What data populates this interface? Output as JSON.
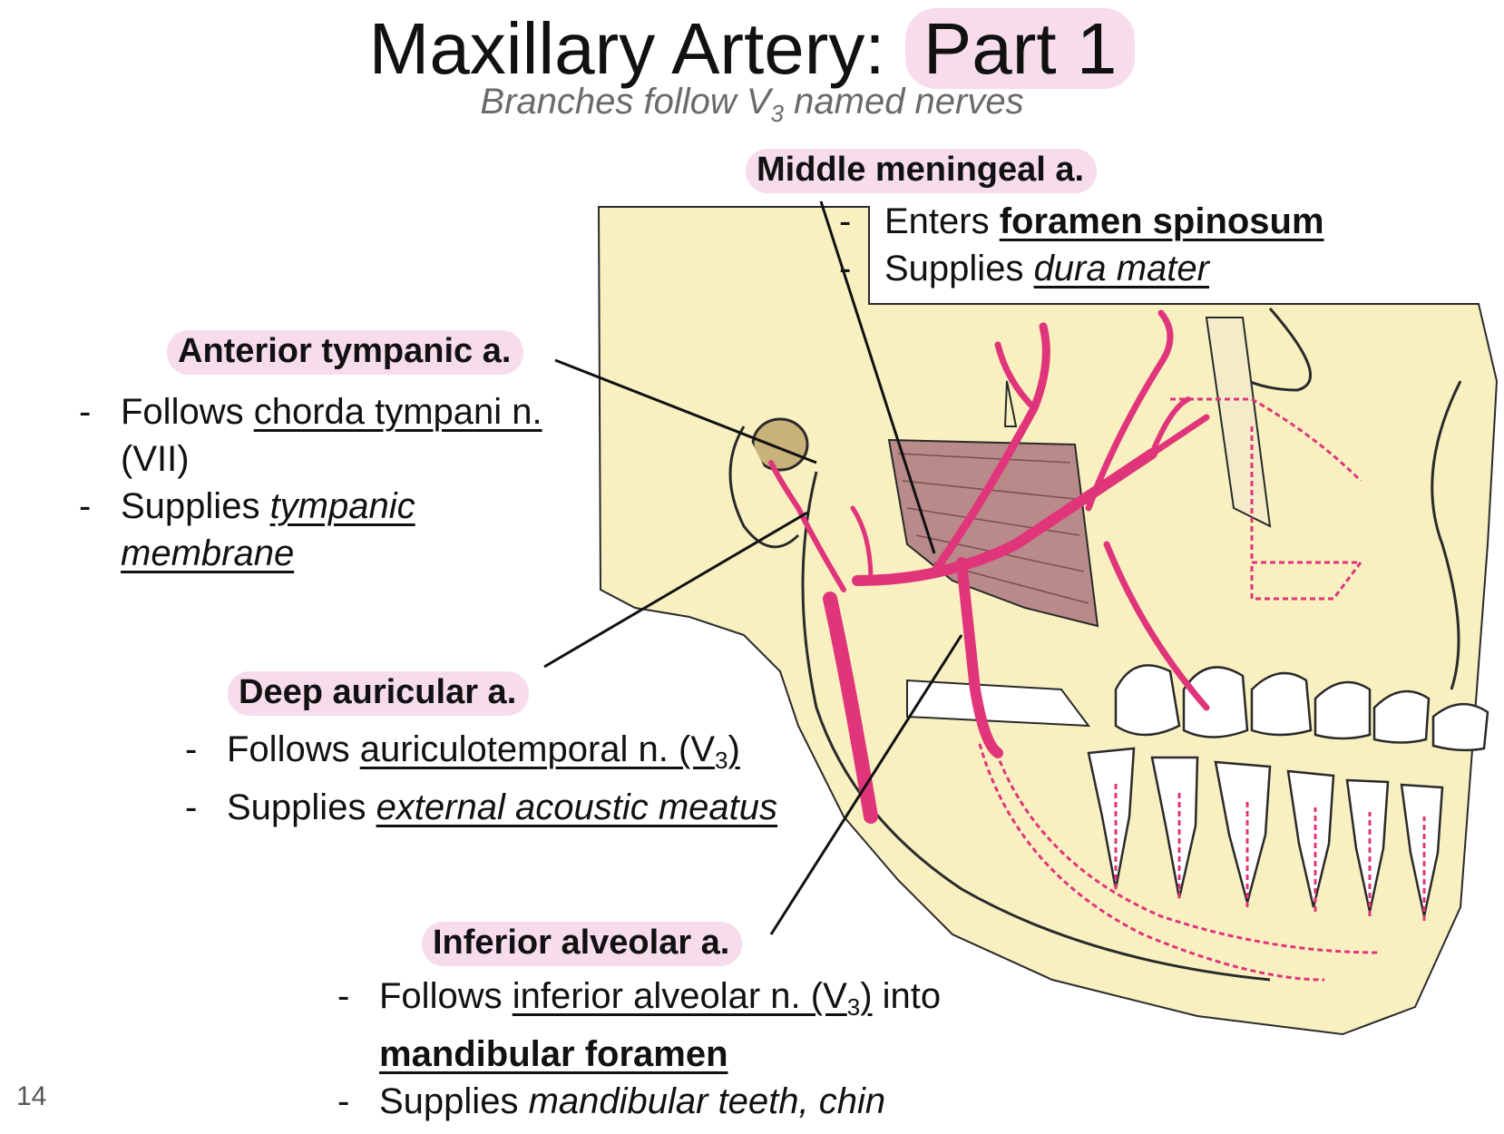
{
  "header": {
    "title_main": "Maxillary Artery:",
    "title_part": "Part 1",
    "subtitle_pre": "Branches follow V",
    "subtitle_sub": "3",
    "subtitle_post": " named nerves"
  },
  "middle_meningeal": {
    "label": "Middle meningeal a.",
    "l1_pre": "Enters ",
    "l1_em": "foramen spinosum",
    "l2_pre": "Supplies ",
    "l2_em": "dura mater"
  },
  "anterior_tympanic": {
    "label": "Anterior tympanic a.",
    "l1_pre": "Follows ",
    "l1_em": "chorda tympani n.",
    "l1_cont": "(VII)",
    "l2_pre": "Supplies ",
    "l2_em1": "tympanic",
    "l2_em2": "membrane"
  },
  "deep_auricular": {
    "label": "Deep auricular a.",
    "l1_pre": "Follows ",
    "l1_em": "auriculotemporal n. (V",
    "l1_sub": "3",
    "l1_close": ")",
    "l2_pre": "Supplies ",
    "l2_em": "external acoustic meatus"
  },
  "inferior_alveolar": {
    "label": "Inferior alveolar a.",
    "l1_pre": "Follows ",
    "l1_em": "inferior alveolar n. (V",
    "l1_sub": "3",
    "l1_close": ")",
    "l1_post": " into",
    "l1_cont": "mandibular foramen",
    "l2_pre": "Supplies ",
    "l2_em": "mandibular teeth, chin"
  },
  "dash": "-",
  "page_number": "14",
  "colors": {
    "label_bg": "#f7dcec",
    "bone": "#f8f0c0",
    "bone_shadow": "#ede29b",
    "artery": "#e0357a",
    "muscle": "#b98a8a",
    "subtitle": "#6a6a6a"
  }
}
